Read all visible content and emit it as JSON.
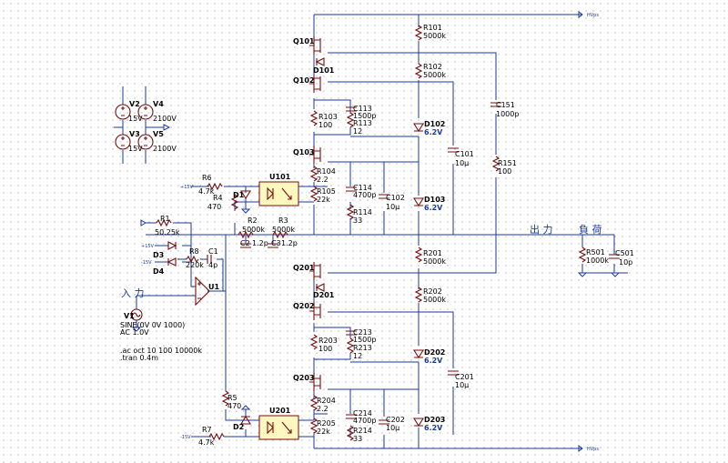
{
  "components": {
    "q101": "Q101",
    "q102": "Q102",
    "q103": "Q103",
    "q201": "Q201",
    "q202": "Q202",
    "q203": "Q203",
    "d101": "D101",
    "d102": "D102",
    "d103": "D103",
    "d201": "D201",
    "d202": "D202",
    "d203": "D203",
    "d1": "D1",
    "d2": "D2",
    "d3": "D3",
    "d4": "D4",
    "d102_val": "6.2V",
    "d103_val": "6.2V",
    "d202_val": "6.2V",
    "d203_val": "6.2V",
    "r101": "R101",
    "r101_val": "5000k",
    "r102": "R102",
    "r102_val": "5000k",
    "r103": "R103",
    "r103_val": "100",
    "r113": "R113",
    "r113_val": "12",
    "r104": "R104",
    "r104_val": "2.2",
    "r105": "R105",
    "r105_val": "22k",
    "r114": "R114",
    "r114_val": "33",
    "r151": "R151",
    "r151_val": "100",
    "r201": "R201",
    "r201_val": "5000k",
    "r202": "R202",
    "r202_val": "5000k",
    "r203": "R203",
    "r203_val": "100",
    "r213": "R213",
    "r213_val": "12",
    "r204": "R204",
    "r204_val": "2.2",
    "r205": "R205",
    "r205_val": "22k",
    "r214": "R214",
    "r214_val": "33",
    "r501": "R501",
    "r501_val": "1000k",
    "r1": "R1",
    "r1_val": "50.25k",
    "r2": "R2",
    "r2_val": "5000k",
    "r3": "R3",
    "r3_val": "5000k",
    "r4": "R4",
    "r4_val": "470",
    "r5": "R5",
    "r5_val": "470",
    "r6": "R6",
    "r6_val": "4.7k",
    "r7": "R7",
    "r7_val": "4.7k",
    "r8": "R8",
    "r8_val": "220k",
    "c1": "C1",
    "c1_val": "4p",
    "c2": "C2",
    "c2_val": "1.2p",
    "c3": "C3",
    "c3_val": "1.2p",
    "c101": "C101",
    "c101_val": "10µ",
    "c102": "C102",
    "c102_val": "10µ",
    "c113": "C113",
    "c113_val": "1500p",
    "c114": "C114",
    "c114_val": "4700p",
    "c151": "C151",
    "c151_val": "1000p",
    "c201": "C201",
    "c201_val": "10µ",
    "c202": "C202",
    "c202_val": "10µ",
    "c213": "C213",
    "c213_val": "1500p",
    "c214": "C214",
    "c214_val": "4700p",
    "c501": "C501",
    "c501_val": "10p",
    "u1": "U1",
    "u101": "U101",
    "u201": "U201",
    "v1": "V1",
    "v1_val": "SINE(0V 0V 1000)",
    "v1_ac": "AC 1.0V",
    "v2": "V2",
    "v2_val": "15V",
    "v3": "V3",
    "v3_val": "15V",
    "v4": "V4",
    "v4_val": "2100V",
    "v5": "V5",
    "v5_val": "2100V"
  },
  "labels": {
    "input": "入 力",
    "output": "出 力",
    "load": "負 荷"
  },
  "directives": {
    "ac": ".ac oct 10 100 10000k",
    "tran": ".tran 0.4m"
  },
  "nets": {
    "hv_pos": "HVps",
    "hv_neg": "HVps",
    "p15": "+15V",
    "n15": "-15V",
    "p15b": "+15V",
    "n15b": "-15V"
  }
}
